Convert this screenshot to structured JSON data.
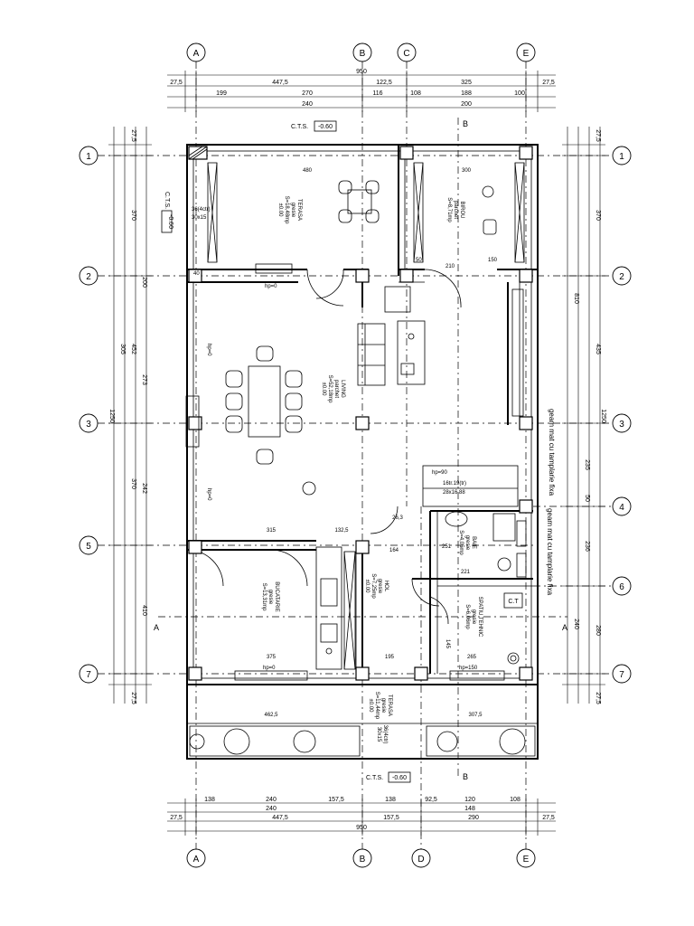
{
  "axes": {
    "letters_top": [
      "A",
      "B",
      "C",
      "E"
    ],
    "letters_bottom": [
      "A",
      "B",
      "D",
      "E"
    ],
    "numbers_left": [
      "1",
      "2",
      "3",
      "5",
      "7"
    ],
    "numbers_right": [
      "1",
      "2",
      "3",
      "4",
      "6",
      "7"
    ]
  },
  "dimensions": {
    "top_total": "950",
    "top_row2": [
      "27,5",
      "447,5",
      "122,5",
      "325",
      "27,5"
    ],
    "top_row3": [
      "199",
      "270",
      "116",
      "108",
      "188",
      "100"
    ],
    "top_row4": [
      "240",
      "200"
    ],
    "bottom_row1": [
      "138",
      "240",
      "157,5",
      "138",
      "92,5",
      "120",
      "108"
    ],
    "bottom_row2": [
      "240",
      "148"
    ],
    "bottom_row3": [
      "27,5",
      "447,5",
      "157,5",
      "290",
      "27,5"
    ],
    "bottom_total": "950",
    "left_col": [
      "27,5",
      "370",
      "200",
      "452",
      "370",
      "410",
      "27,5"
    ],
    "left_col2": [
      "305",
      "273",
      "242"
    ],
    "left_total": "1250",
    "right_col": [
      "27,5",
      "370",
      "435",
      "235",
      "50",
      "236",
      "280",
      "27,5"
    ],
    "right_col2": [
      "810",
      "240"
    ],
    "right_total": "1250"
  },
  "levels": {
    "cts_top": "C.T.S.",
    "cts_top_value": "-0.60",
    "cts_left": "C.T.S.",
    "cts_left_value": "-0.60",
    "cts_bottom": "C.T.S.",
    "cts_bottom_value": "-0.60"
  },
  "rooms": {
    "terasa_top": {
      "name": "TERASA",
      "finish": "gresie",
      "area": "S=18,48mp",
      "level": "±0.00"
    },
    "birou": {
      "name": "BIROU",
      "finish": "parchet",
      "area": "S=8,71mp"
    },
    "living": {
      "name": "LIVING",
      "finish": "parchet",
      "area": "S=52,18mp",
      "level": "±0.00"
    },
    "bucatarie": {
      "name": "BUCATARIE",
      "finish": "gresie",
      "area": "S=13,31mp"
    },
    "hol": {
      "name": "HOL",
      "finish": "gresie",
      "area": "S=7,25mp",
      "level": "±0.00"
    },
    "baie": {
      "name": "BAIE",
      "finish": "gresie",
      "area": "S=4,05mp"
    },
    "spatiu_tehnic": {
      "name": "SPATIU TEHNIC",
      "finish": "gresie",
      "area": "S=6,06mp"
    },
    "terasa_bottom": {
      "name": "TERASA",
      "finish": "gresie",
      "area": "S=11,44mp",
      "level": "±0.00"
    }
  },
  "annotations": {
    "window_note": "geam mat cu tamplarie fixa",
    "ct_label": "C.T",
    "hp0": "hp=0",
    "hp90": "hp=90",
    "hp150": "hp=150",
    "stairs": "16tr.19(tr)",
    "stairs2": "28x16.88",
    "section_a": "A",
    "section_b": "B",
    "opening_top": "36(4ctr)",
    "opening_top2": "30x15",
    "opening_bottom": "36(4ctr)",
    "opening_bottom2": "30x15",
    "inner_dims": [
      "480",
      "300",
      "40",
      "50",
      "210",
      "150",
      "315",
      "132,5",
      "164",
      "375",
      "265",
      "462,5",
      "307,5",
      "221",
      "251",
      "26,3",
      "195",
      "145"
    ]
  }
}
